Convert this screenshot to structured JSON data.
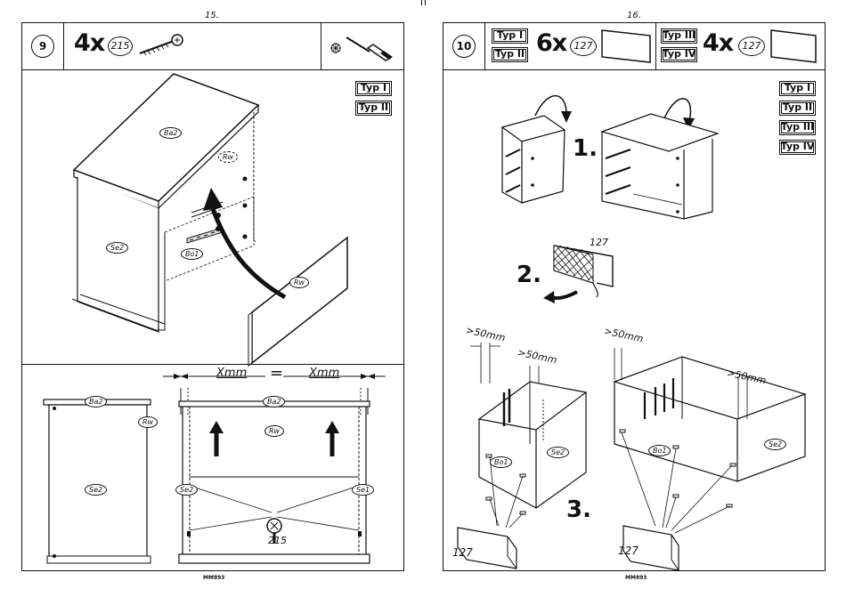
{
  "left_page": {
    "page_number": "15.",
    "step_number": "9",
    "quantity": "4x",
    "part_number": "215",
    "tool_icon": "screwdriver-icon",
    "type_labels": [
      "Typ I",
      "Typ II"
    ],
    "part_labels": {
      "ba2": "Ba2",
      "se2": "Se2",
      "bo1": "Bo1",
      "rw": "Rw",
      "se1": "Se1"
    },
    "dimension_label": "Xmm",
    "equal_sign": "=",
    "screw_part_number": "215",
    "footer_code": "MM893"
  },
  "right_page": {
    "page_number": "16.",
    "step_number": "10",
    "group1": {
      "types": [
        "Typ I",
        "Typ II"
      ],
      "quantity": "6x",
      "part_number": "127"
    },
    "group2": {
      "types": [
        "Typ III",
        "Typ IV"
      ],
      "quantity": "4x",
      "part_number": "127"
    },
    "type_labels": [
      "Typ I",
      "Typ II",
      "Typ III",
      "Typ IV"
    ],
    "sub_steps": [
      "1.",
      "2.",
      "3."
    ],
    "part_number_127": "127",
    "spacing_label": ">50mm",
    "part_labels": {
      "bo1": "Bo1",
      "se2": "Se2"
    },
    "footer_code": "MM893"
  }
}
